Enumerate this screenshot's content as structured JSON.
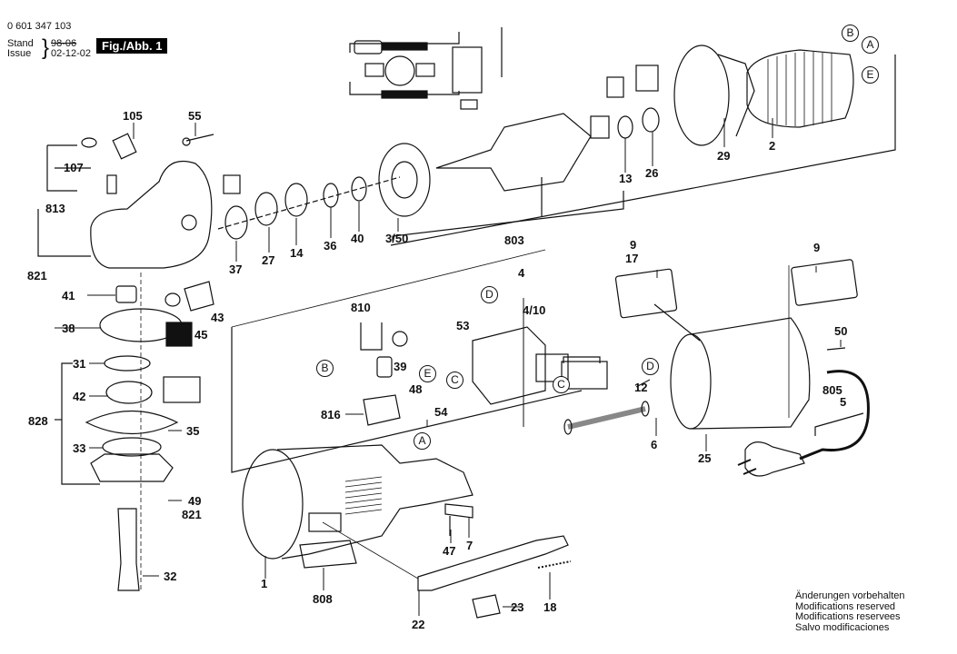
{
  "header": {
    "part_number": "0 601 347 103",
    "stand_label": "Stand",
    "issue_label": "Issue",
    "old_date": "98-06",
    "issue_date": "02-12-02",
    "figure_label": "Fig./Abb. 1"
  },
  "notes": [
    "Änderungen vorbehalten",
    "Modifications reserved",
    "Modifications reservees",
    "Salvo modificaciones"
  ],
  "part_labels": {
    "p105": "105",
    "p55": "55",
    "p107": "107",
    "p813": "813",
    "p821a": "821",
    "p37": "37",
    "p27": "27",
    "p14": "14",
    "p36": "36",
    "p40": "40",
    "p350": "3/50",
    "p803": "803",
    "p13": "13",
    "p26": "26",
    "p29": "29",
    "p2": "2",
    "p41": "41",
    "p43": "43",
    "p38": "38",
    "p45": "45",
    "p31": "31",
    "p42": "42",
    "p828": "828",
    "p35": "35",
    "p33": "33",
    "p49": "49",
    "p821b": "821",
    "p32": "32",
    "p810": "810",
    "p39": "39",
    "p53": "53",
    "p4": "4",
    "p410": "4/10",
    "p48": "48",
    "p816": "816",
    "p54": "54",
    "p12": "12",
    "p6": "6",
    "p9a": "9",
    "p17": "17",
    "p9b": "9",
    "p50": "50",
    "p805": "805",
    "p5": "5",
    "p25": "25",
    "p1": "1",
    "p808": "808",
    "p47": "47",
    "p7": "7",
    "p22": "22",
    "p23": "23",
    "p18": "18"
  },
  "connection_markers": {
    "top_B": "B",
    "top_A": "A",
    "top_E": "E",
    "left_B": "B",
    "mid_E": "E",
    "mid_C": "C",
    "mid_D": "D",
    "right_C": "C",
    "right_D": "D",
    "housing_A": "A"
  }
}
